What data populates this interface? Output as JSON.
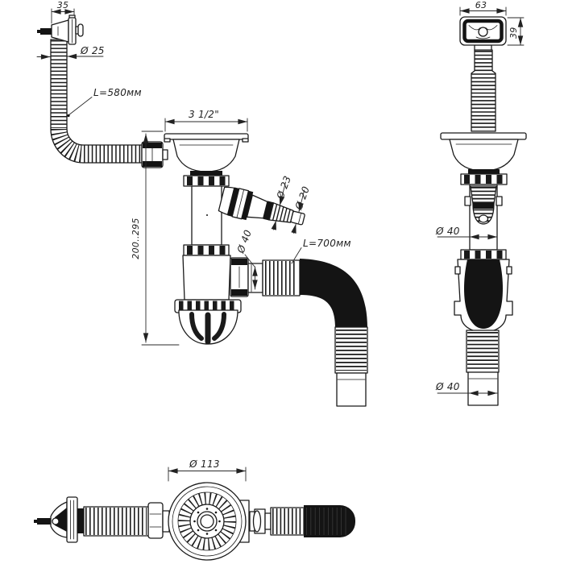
{
  "drawing": {
    "background": "#ffffff",
    "line_color": "#1a1a1a",
    "views": {
      "front": "front-view",
      "side": "side-view",
      "plan": "plan-view"
    },
    "dimensions": {
      "front": {
        "overflow_head_width": "35",
        "overflow_hose_diameter": "Ø 25",
        "overflow_hose_length": "L=580мм",
        "strainer_size": "3 1/2\"",
        "branch_diameter_outer": "Ø 23",
        "branch_diameter_tip": "Ø 20",
        "height_range": "200..295",
        "outlet_diameter": "Ø 40",
        "outlet_hose_length": "L=700мм"
      },
      "side": {
        "overflow_cover_width": "63",
        "overflow_cover_height": "39",
        "pipe_diameter": "Ø 40",
        "hose_end_diameter": "Ø 40"
      },
      "plan": {
        "strainer_flange_diameter": "Ø 113"
      }
    }
  }
}
